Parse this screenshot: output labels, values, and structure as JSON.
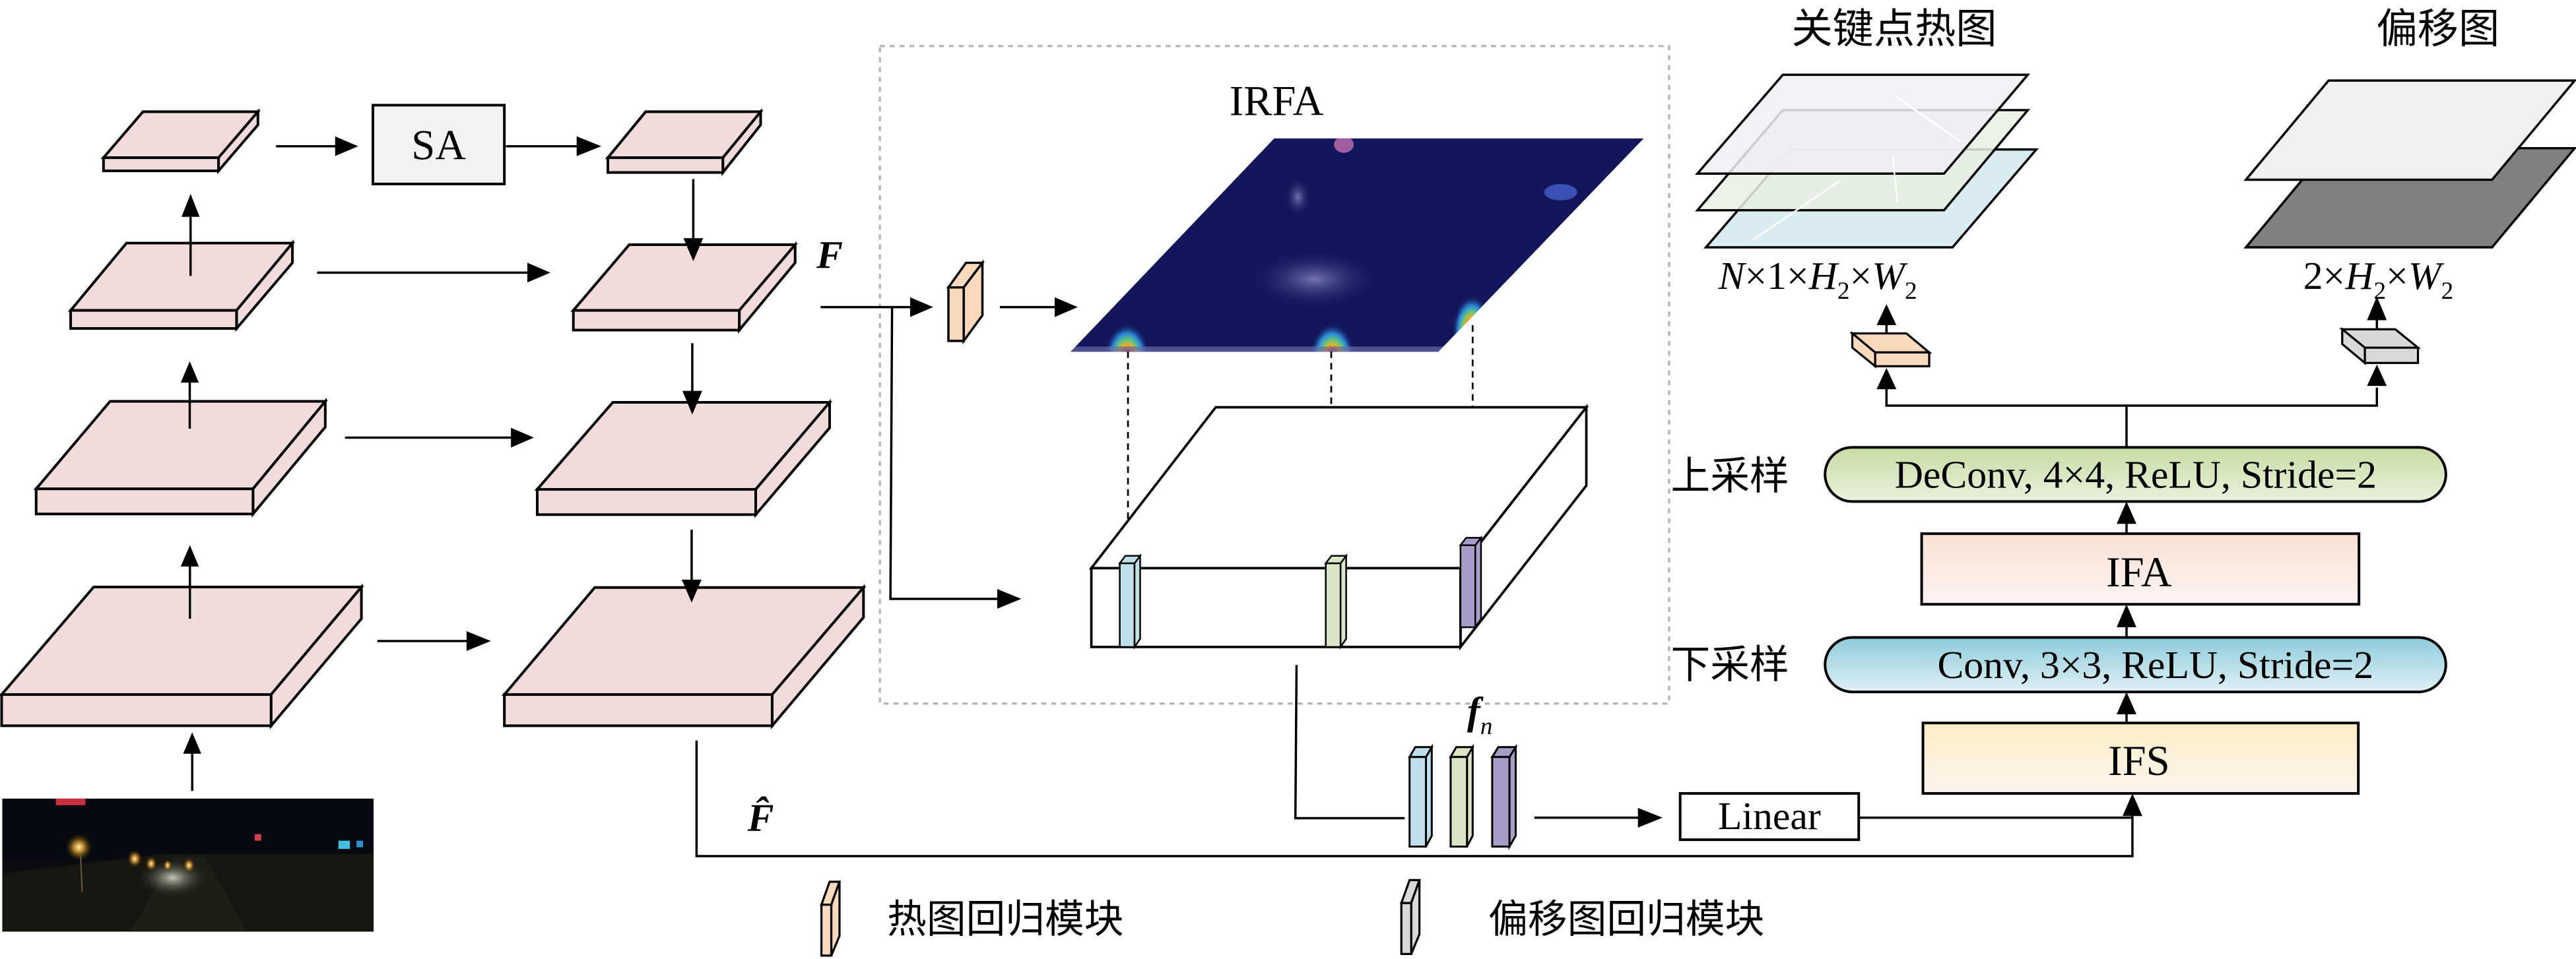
{
  "figure": {
    "type": "architecture-diagram",
    "description": "Keypoint detection network with feature pyramid, IRFA module and IFS/IFA head"
  },
  "blocks": {
    "sa": {
      "label": "SA"
    },
    "irfa": {
      "label": "IRFA"
    },
    "linear": {
      "label": "Linear"
    },
    "ifs": {
      "label": "IFS"
    },
    "ifa": {
      "label": "IFA"
    },
    "downsample": {
      "side_label": "下采样",
      "label": "Conv, 3×3, ReLU, Stride=2"
    },
    "upsample": {
      "side_label": "上采样",
      "label": "DeConv, 4×4, ReLU, Stride=2"
    }
  },
  "symbols": {
    "feature_F": "F",
    "feature_F_hat": "F̂",
    "feature_f_main": "f",
    "feature_f_sub": "n"
  },
  "outputs": {
    "heatmap": {
      "title": "关键点热图",
      "dims_parts": [
        "N",
        "×1×",
        "H",
        "2",
        "×",
        "W",
        "2"
      ]
    },
    "offset": {
      "title": "偏移图",
      "dims_parts": [
        "2×",
        "H",
        "2",
        "×",
        "W",
        "2"
      ]
    }
  },
  "legend": [
    {
      "icon": "heatmap-regression-block",
      "label": "热图回归模块",
      "color": "#fbd9bc"
    },
    {
      "icon": "offset-regression-block",
      "label": "偏移图回归模块",
      "color": "#d9d9d9"
    }
  ],
  "colors": {
    "feature_map": "#f2dcdb",
    "sa_box": "#f2f2f2",
    "heatmap_head": "#fbd9bc",
    "offset_head": "#d9d9d9",
    "vector_blue": "#bfe0ea",
    "vector_green": "#d9e5c4",
    "vector_purple": "#a89cc8",
    "upsample_fill": "#cfe0b0",
    "downsample_fill": "#9fd0e0",
    "ifa_fill": "#fbe4d8",
    "ifs_fill": "#fdf0cc",
    "heatmap_bg": "#14165c"
  }
}
